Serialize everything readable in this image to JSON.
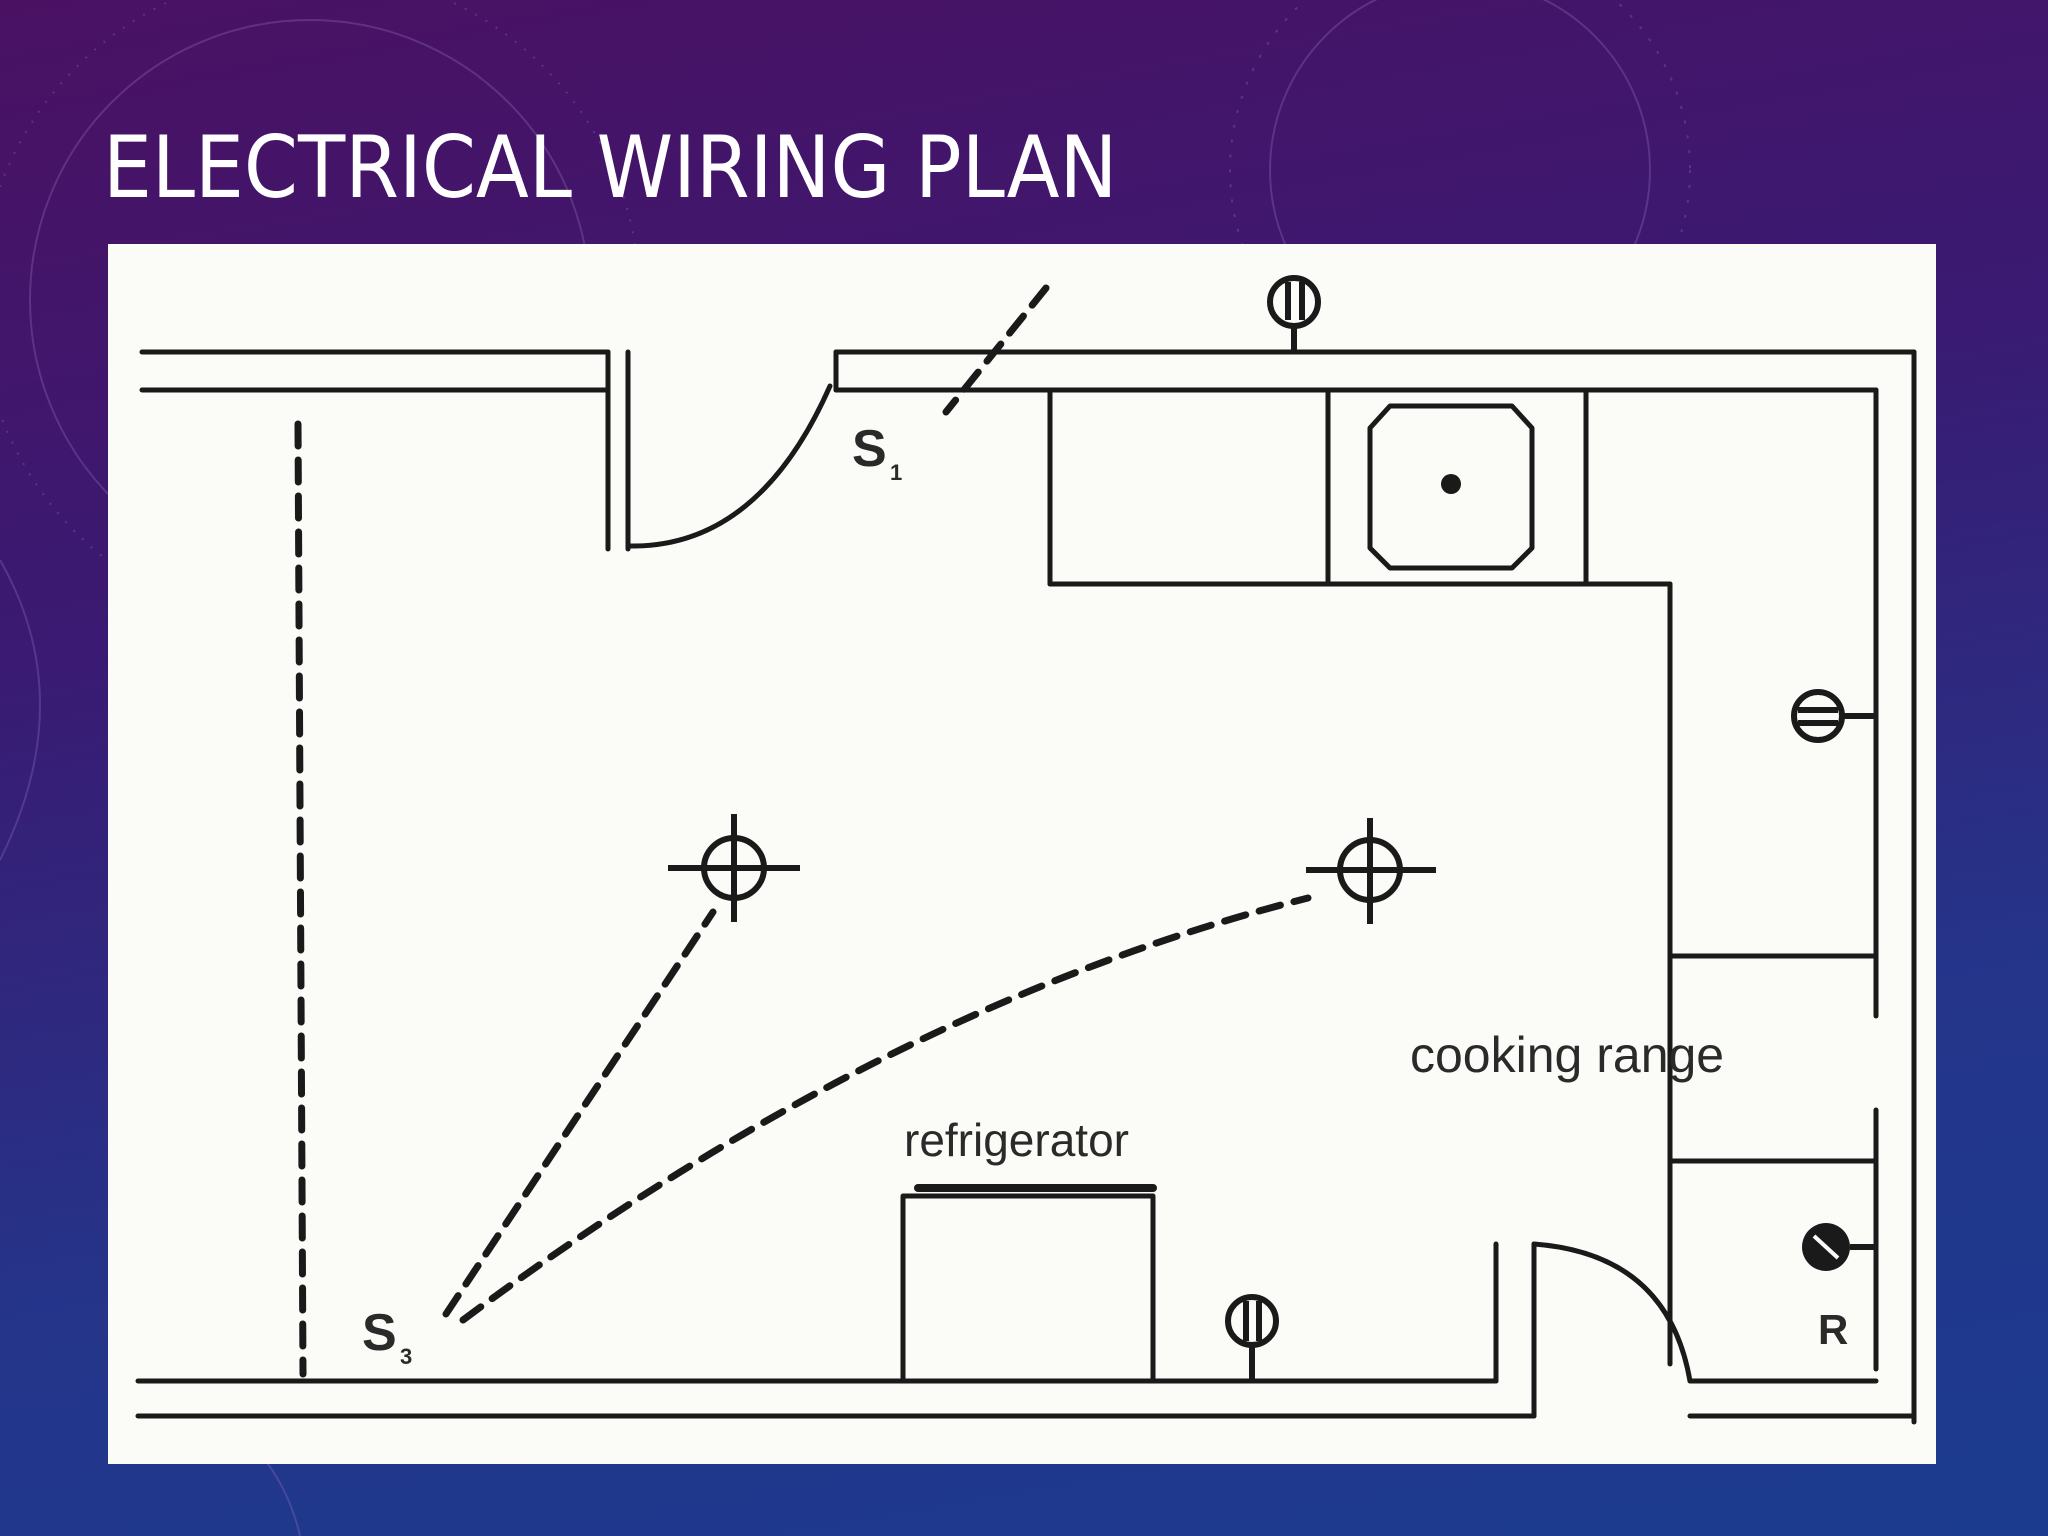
{
  "slide": {
    "title": "ELECTRICAL WIRING PLAN"
  },
  "plan": {
    "labels": {
      "switch_1": "S",
      "switch_1_sub": "1",
      "switch_2": "S",
      "switch_2_sub": "3",
      "refrigerator": "refrigerator",
      "cooking_range": "cooking range",
      "range_outlet": "R"
    }
  },
  "colors": {
    "background_top": "#4a1163",
    "background_bottom": "#1b3b8f",
    "title": "#ffffff",
    "drawing_line": "#1a1a1a",
    "paper": "#fbfbf8"
  }
}
